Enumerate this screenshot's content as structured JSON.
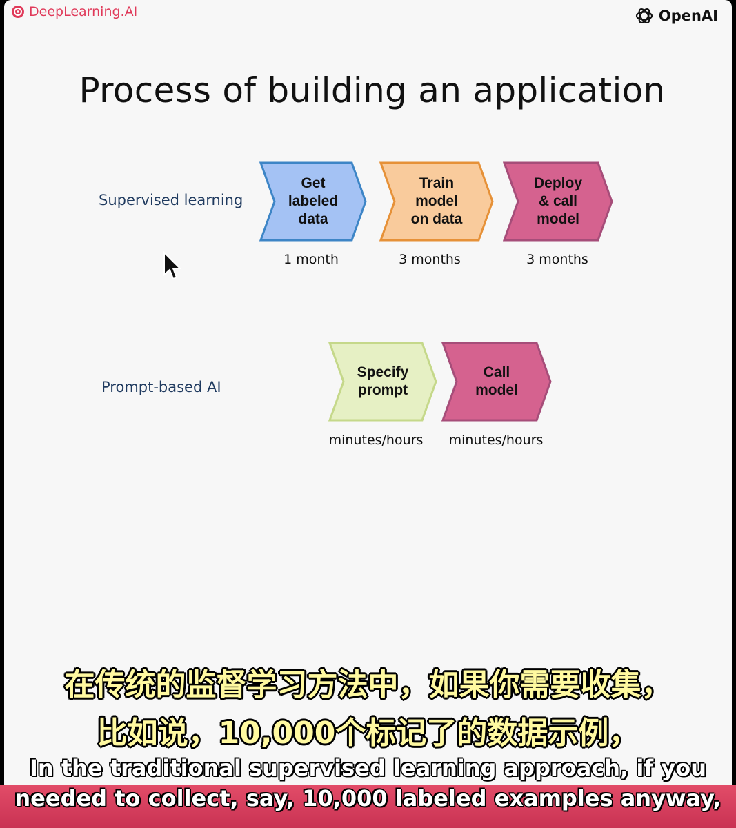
{
  "header": {
    "left_logo_text": "DeepLearning.AI",
    "left_logo_icon": "deeplearning-logo-icon",
    "right_logo_text": "OpenAI",
    "right_logo_icon": "openai-logo-icon"
  },
  "title": "Process of building an application",
  "supervised": {
    "label": "Supervised learning",
    "steps": [
      {
        "text": "Get\nlabeled\ndata",
        "duration": "1 month",
        "color": "#a4c2f4",
        "stroke": "#3d85c6"
      },
      {
        "text": "Train\nmodel\non data",
        "duration": "3 months",
        "color": "#f9cb9c",
        "stroke": "#e69138"
      },
      {
        "text": "Deploy\n& call\nmodel",
        "duration": "3 months",
        "color": "#d5628f",
        "stroke": "#a64d79"
      }
    ]
  },
  "prompt": {
    "label": "Prompt-based AI",
    "steps": [
      {
        "text": "Specify\nprompt",
        "duration": "minutes/hours",
        "color": "#e6f0c4",
        "stroke": "#c5d88a"
      },
      {
        "text": "Call\nmodel",
        "duration": "minutes/hours",
        "color": "#d5628f",
        "stroke": "#a64d79"
      }
    ]
  },
  "subtitles": {
    "zh_line1": "在传统的监督学习方法中，如果你需要收集，",
    "zh_line2": "比如说，10,000个标记了的数据示例，",
    "en_line1": "In the traditional supervised learning approach, if you",
    "en_line2": "needed to collect, say, 10,000 labeled examples anyway,"
  },
  "colors": {
    "subtitle_zh": "#fff9a0",
    "subtitle_bar": "#d33d5d",
    "label_text": "#1f3a5f"
  }
}
